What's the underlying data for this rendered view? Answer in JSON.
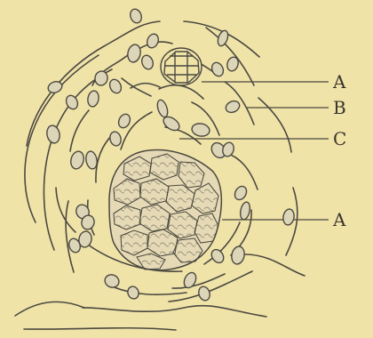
{
  "figure": {
    "background": "#efe3a8",
    "ink_color": "#4c4940",
    "cell_fill": "#d8d1b7",
    "labels": [
      "A",
      "B",
      "C",
      "A"
    ]
  }
}
